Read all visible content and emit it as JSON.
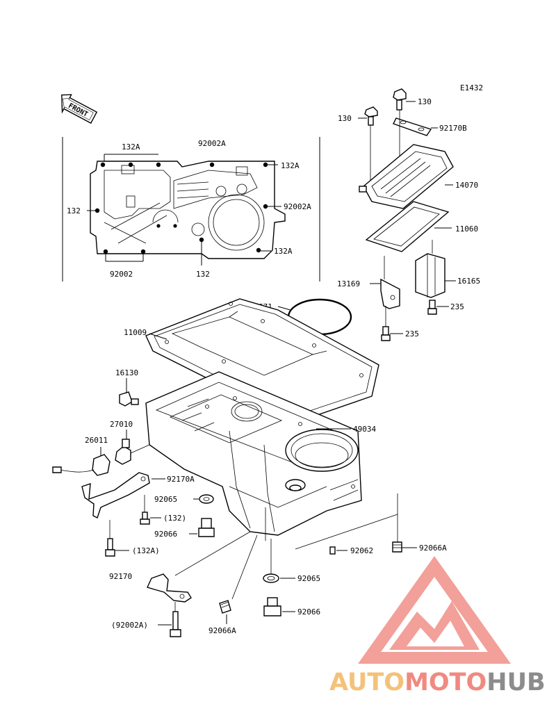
{
  "diagram_code": "E1432",
  "front_arrow": "FRONT",
  "callouts": {
    "c130_top": "130",
    "c130_left": "130",
    "c92170B": "92170B",
    "c14070": "14070",
    "c11060": "11060",
    "c13169": "13169",
    "c16165": "16165",
    "c235_a": "235",
    "c235_b": "235",
    "c671": "671",
    "c11009": "11009",
    "c16130": "16130",
    "c27010": "27010",
    "c26011": "26011",
    "c49034": "49034",
    "c92170A": "92170A",
    "c92065_a": "92065",
    "c132_paren": "(132)",
    "c92066_a": "92066",
    "c132A_paren": "(132A)",
    "c92062": "92062",
    "c92066A_a": "92066A",
    "c92170": "92170",
    "c92065_b": "92065",
    "c92066_b": "92066",
    "c92002A_paren": "(92002A)",
    "c92066A_b": "92066A"
  },
  "inset": {
    "label_132A_top": "132A",
    "label_92002A_top": "92002A",
    "label_132A_right": "132A",
    "label_92002A_right": "92002A",
    "label_132_left": "132",
    "label_132A_bottom": "132A",
    "label_92002": "92002",
    "label_132_bottom": "132"
  },
  "watermark": {
    "part1": "AUTO",
    "part2": "MOTO",
    "part3": "HUB",
    "colors": {
      "auto": "#f3c27a",
      "moto": "#f08a80",
      "hub": "#8c8c8c",
      "logo": "#f09088"
    }
  }
}
